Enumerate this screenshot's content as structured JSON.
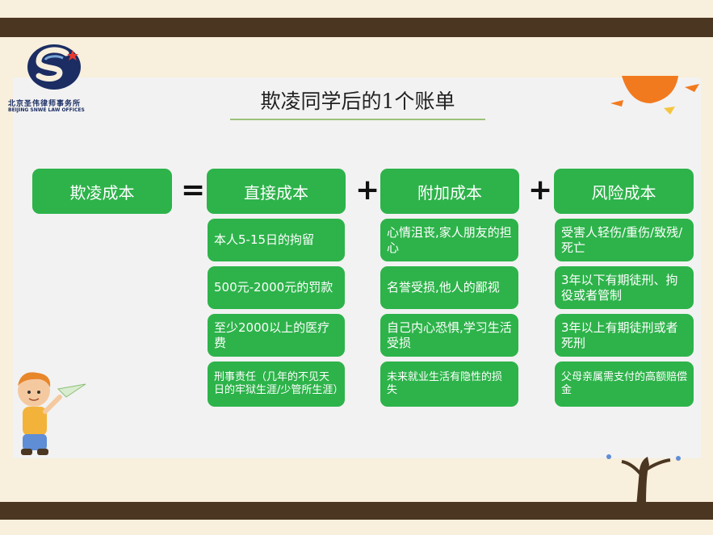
{
  "logo": {
    "name_cn": "北京圣伟律师事务所",
    "name_en": "BEIJING SNWE LAW OFFICES"
  },
  "title": "欺凌同学后的1个账单",
  "equation": {
    "total": "欺凌成本",
    "equals": "=",
    "plus": "+"
  },
  "columns": [
    {
      "header": "直接成本",
      "items": [
        "本人5-15日的拘留",
        "500元-2000元的罚款",
        "至少2000以上的医疗费",
        "刑事责任（几年的不见天日的牢狱生涯/少管所生涯）"
      ]
    },
    {
      "header": "附加成本",
      "items": [
        "心情沮丧,家人朋友的担心",
        "名誉受损,他人的鄙视",
        "自己内心恐惧,学习生活受损",
        "未来就业生活有隐性的损失"
      ]
    },
    {
      "header": "风险成本",
      "items": [
        "受害人轻伤/重伤/致残/死亡",
        "3年以下有期徒刑、拘役或者管制",
        "3年以上有期徒刑或者死刑",
        "父母亲属需支付的高额赔偿金"
      ]
    }
  ],
  "colors": {
    "box_green": "#2db34a",
    "frame_brown": "#4b3622",
    "background": "#f8efdc",
    "logo_blue": "#1b2d63"
  }
}
